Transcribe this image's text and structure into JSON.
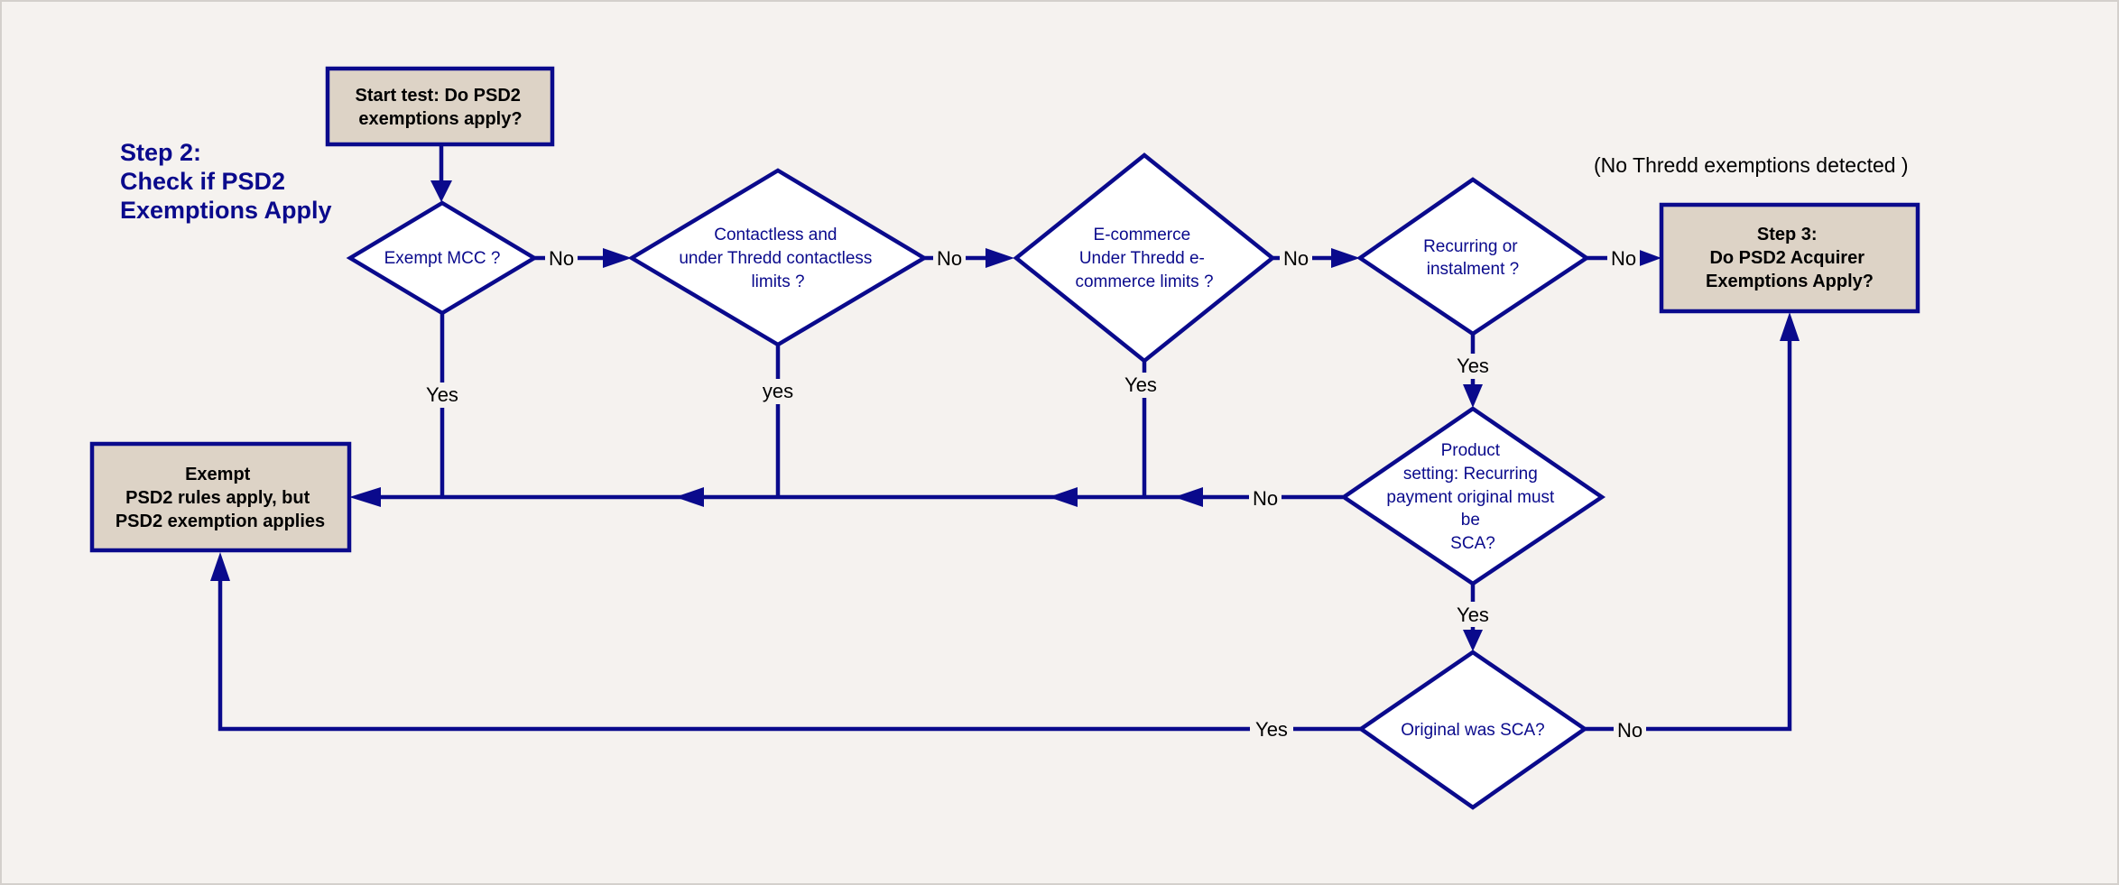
{
  "heading": [
    "Step 2:",
    "Check if PSD2",
    "Exemptions Apply"
  ],
  "note": "(No Thredd exemptions detected )",
  "nodes": {
    "start": [
      "Start test: Do PSD2",
      "exemptions apply?"
    ],
    "exempt_mcc": [
      "Exempt MCC ?"
    ],
    "contactless": [
      "Contactless and",
      "under Thredd contactless",
      "limits ?"
    ],
    "ecommerce": [
      "E-commerce",
      "Under Thredd e-",
      "commerce limits ?"
    ],
    "recurring": [
      "Recurring or",
      "instalment ?"
    ],
    "step3": [
      "Step 3:",
      "Do PSD2 Acquirer",
      "Exemptions Apply?"
    ],
    "exempt": [
      "Exempt",
      "PSD2 rules apply, but",
      "PSD2 exemption applies"
    ],
    "product_setting": [
      "Product",
      "setting: Recurring",
      "payment original must",
      "be",
      "SCA?"
    ],
    "original_sca": [
      "Original was SCA?"
    ]
  },
  "edge_labels": {
    "mcc_no": "No",
    "contactless_no": "No",
    "ecommerce_no": "No",
    "recurring_no": "No",
    "mcc_yes": "Yes",
    "contactless_yes": "yes",
    "ecommerce_yes": "Yes",
    "recurring_yes": "Yes",
    "product_no": "No",
    "product_yes": "Yes",
    "original_yes": "Yes",
    "original_no": "No"
  }
}
